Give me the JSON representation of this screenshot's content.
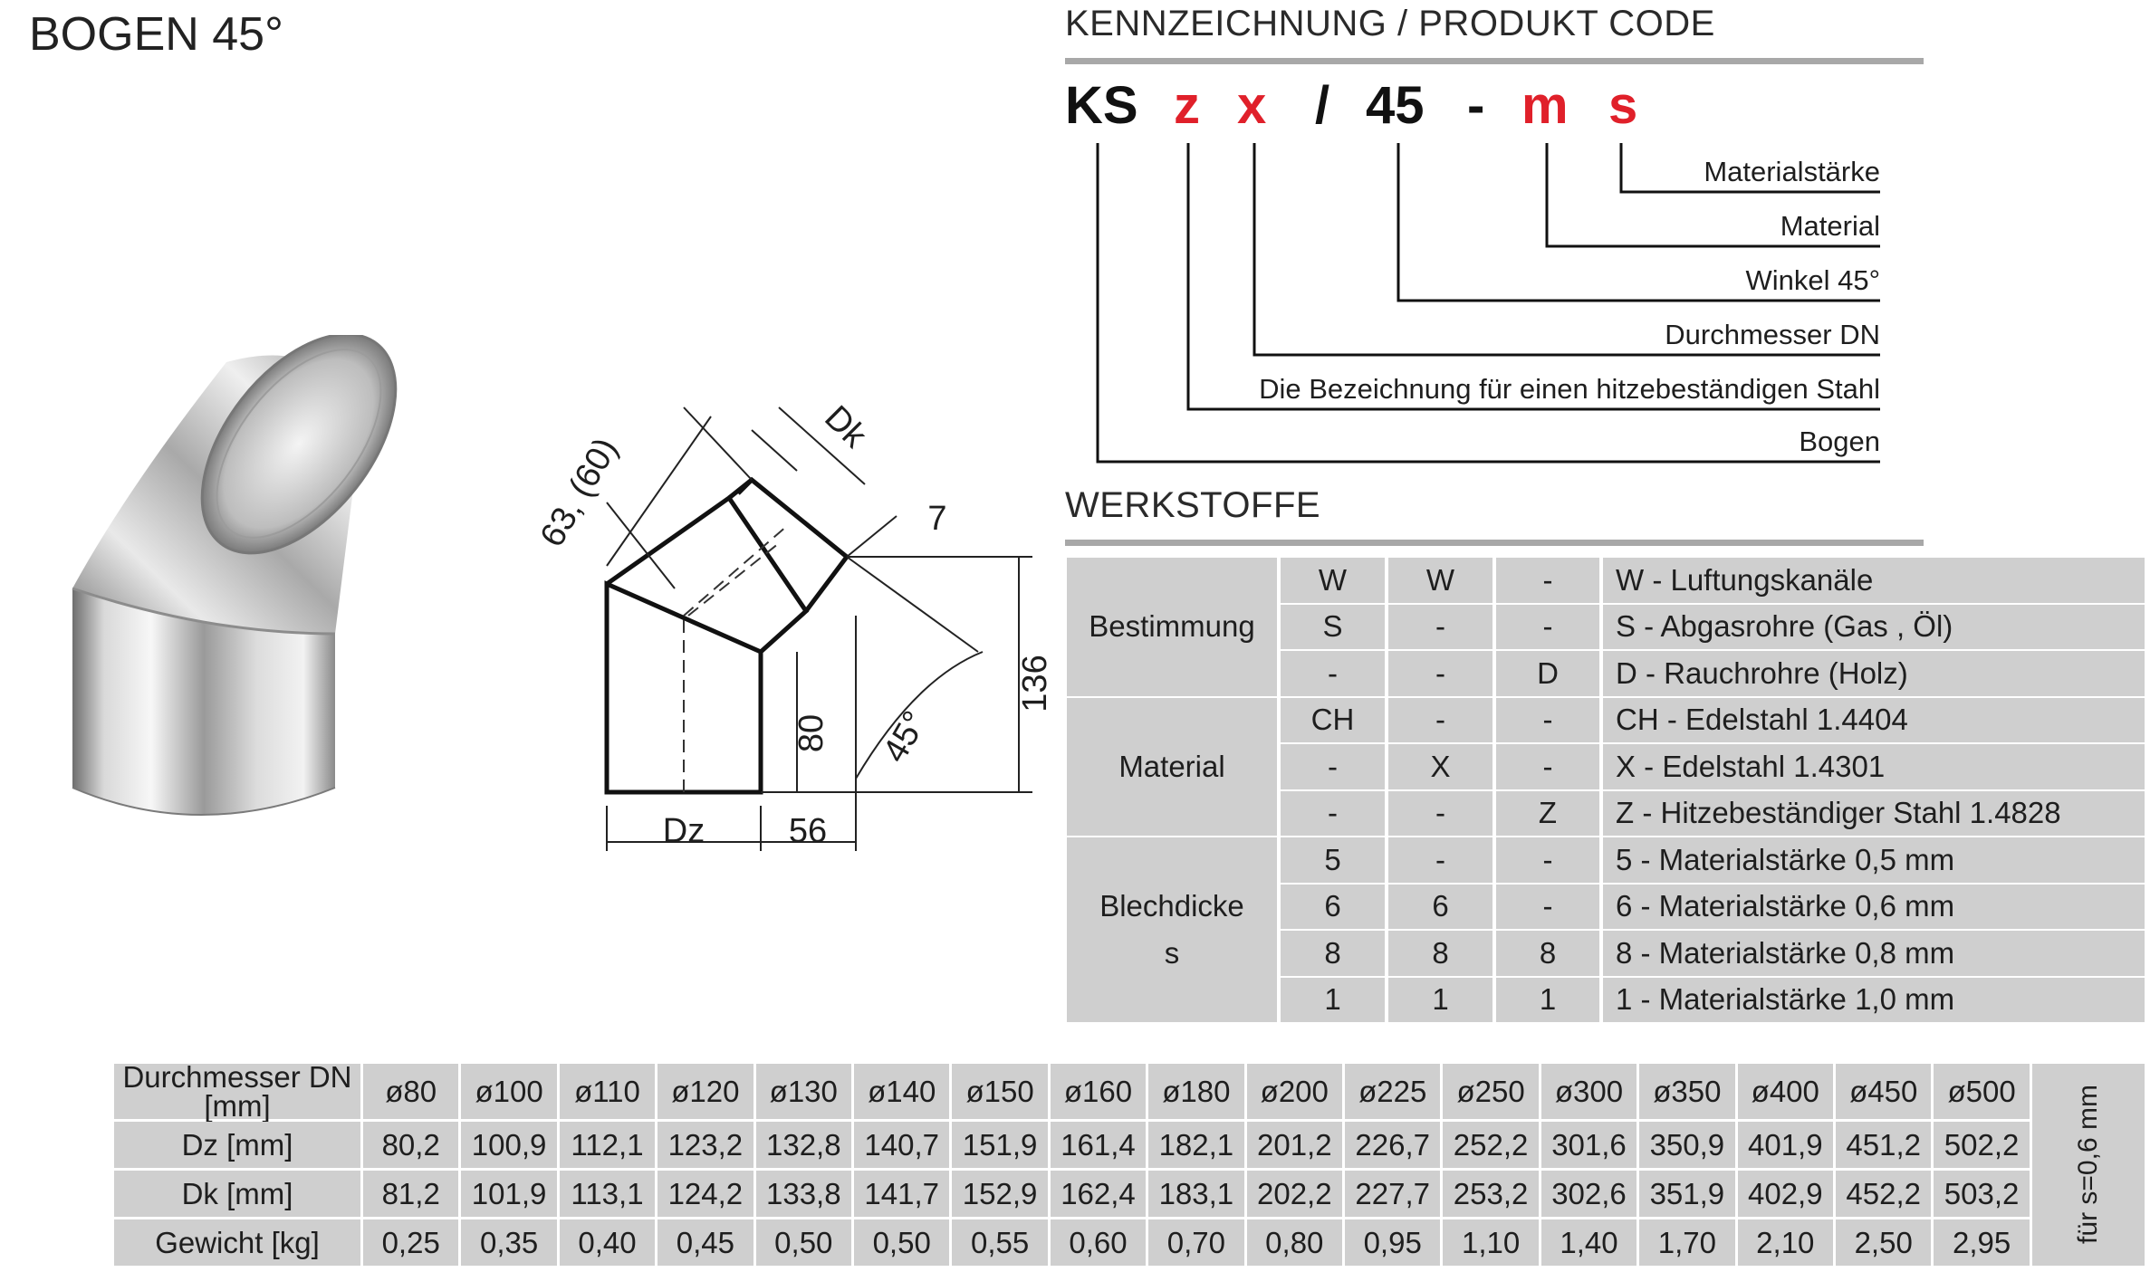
{
  "title": "BOGEN 45°",
  "kennzeichnung": {
    "heading": "KENNZEICHNUNG /  PRODUKT CODE",
    "code": [
      {
        "text": "KS",
        "color": "#111111"
      },
      {
        "text": "z",
        "color": "#e0202a"
      },
      {
        "text": "x",
        "color": "#e0202a"
      },
      {
        "text": "/",
        "color": "#111111"
      },
      {
        "text": "45",
        "color": "#111111"
      },
      {
        "text": "-",
        "color": "#111111"
      },
      {
        "text": "m",
        "color": "#e0202a"
      },
      {
        "text": "s",
        "color": "#e0202a"
      }
    ],
    "legend": [
      "Materialstärke",
      "Material",
      "Winkel 45°",
      "Durchmesser DN",
      "Die Bezeichnung für einen hitzebeständigen Stahl",
      "Bogen"
    ]
  },
  "werkstoffe": {
    "heading": "WERKSTOFFE",
    "groups": [
      {
        "label_lines": [
          "Bestimmung"
        ],
        "rows": [
          {
            "c1": "W",
            "c2": "W",
            "c3": "-",
            "desc": "W - Luftungskanäle"
          },
          {
            "c1": "S",
            "c2": "-",
            "c3": "-",
            "desc": "S - Abgasrohre (Gas , Öl)"
          },
          {
            "c1": "-",
            "c2": "-",
            "c3": "D",
            "desc": "D - Rauchrohre (Holz)"
          }
        ]
      },
      {
        "label_lines": [
          "Material"
        ],
        "rows": [
          {
            "c1": "CH",
            "c2": "-",
            "c3": "-",
            "desc": "CH - Edelstahl 1.4404"
          },
          {
            "c1": "-",
            "c2": "X",
            "c3": "-",
            "desc": "X - Edelstahl 1.4301"
          },
          {
            "c1": "-",
            "c2": "-",
            "c3": "Z",
            "desc": "Z - Hitzebeständiger Stahl 1.4828"
          }
        ]
      },
      {
        "label_lines": [
          "Blechdicke",
          "s"
        ],
        "rows": [
          {
            "c1": "5",
            "c2": "-",
            "c3": "-",
            "desc": "5 - Materialstärke 0,5 mm"
          },
          {
            "c1": "6",
            "c2": "6",
            "c3": "-",
            "desc": "6 - Materialstärke 0,6 mm"
          },
          {
            "c1": "8",
            "c2": "8",
            "c3": "8",
            "desc": "8 - Materialstärke 0,8 mm"
          },
          {
            "c1": "1",
            "c2": "1",
            "c3": "1",
            "desc": "1 - Materialstärke 1,0 mm"
          }
        ]
      }
    ]
  },
  "drawing": {
    "labels": {
      "length_top": "63, (60)",
      "dk": "Dk",
      "seven": "7",
      "height_total": "136",
      "height_lower": "80",
      "angle": "45°",
      "dz": "Dz",
      "offset": "56"
    }
  },
  "dimension_table": {
    "row_headers": [
      "Durchmesser DN [mm]",
      "Dz [mm]",
      "Dk [mm]",
      "Gewicht [kg]"
    ],
    "header_line1": "Durchmesser DN",
    "header_line2": "[mm]",
    "dn": [
      "ø80",
      "ø100",
      "ø110",
      "ø120",
      "ø130",
      "ø140",
      "ø150",
      "ø160",
      "ø180",
      "ø200",
      "ø225",
      "ø250",
      "ø300",
      "ø350",
      "ø400",
      "ø450",
      "ø500"
    ],
    "dz": [
      "80,2",
      "100,9",
      "112,1",
      "123,2",
      "132,8",
      "140,7",
      "151,9",
      "161,4",
      "182,1",
      "201,2",
      "226,7",
      "252,2",
      "301,6",
      "350,9",
      "401,9",
      "451,2",
      "502,2"
    ],
    "dk": [
      "81,2",
      "101,9",
      "113,1",
      "124,2",
      "133,8",
      "141,7",
      "152,9",
      "162,4",
      "183,1",
      "202,2",
      "227,7",
      "253,2",
      "302,6",
      "351,9",
      "402,9",
      "452,2",
      "503,2"
    ],
    "gewicht": [
      "0,25",
      "0,35",
      "0,40",
      "0,45",
      "0,50",
      "0,50",
      "0,55",
      "0,60",
      "0,70",
      "0,80",
      "0,95",
      "1,10",
      "1,40",
      "1,70",
      "2,10",
      "2,50",
      "2,95"
    ],
    "note": "für s=0,6 mm"
  },
  "colors": {
    "cell_bg": "#cfcfcf",
    "rule": "#a8a8a8",
    "accent_red": "#e0202a"
  }
}
